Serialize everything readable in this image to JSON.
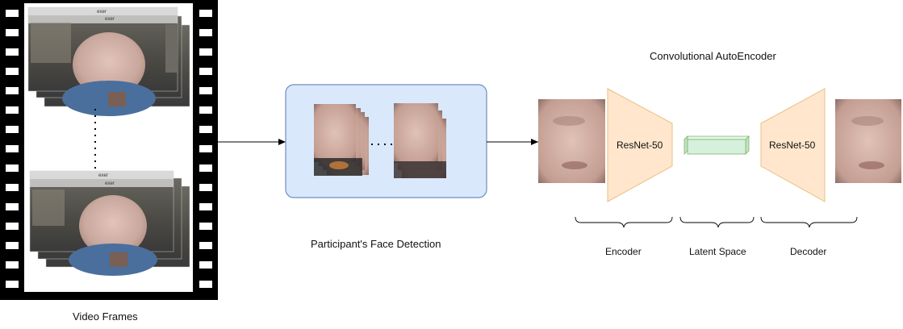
{
  "film": {
    "caption": "Video Frames",
    "frame_label": "exer"
  },
  "face_detection": {
    "caption": "Participant's Face Detection"
  },
  "autoencoder": {
    "title": "Convolutional AutoEncoder",
    "encoder_block_label": "ResNet-50",
    "decoder_block_label": "ResNet-50",
    "encoder_caption": "Encoder",
    "latent_caption": "Latent Space",
    "decoder_caption": "Decoder"
  },
  "colors": {
    "film_black": "#000000",
    "detection_box_fill": "#dae8fc",
    "detection_box_stroke": "#6c8ebf",
    "trapezoid_fill": "#ffe6cc",
    "trapezoid_stroke": "#e8c084",
    "latent_fill": "#d5f0dc",
    "latent_stroke": "#82b366",
    "skin": "#c9a89e"
  }
}
